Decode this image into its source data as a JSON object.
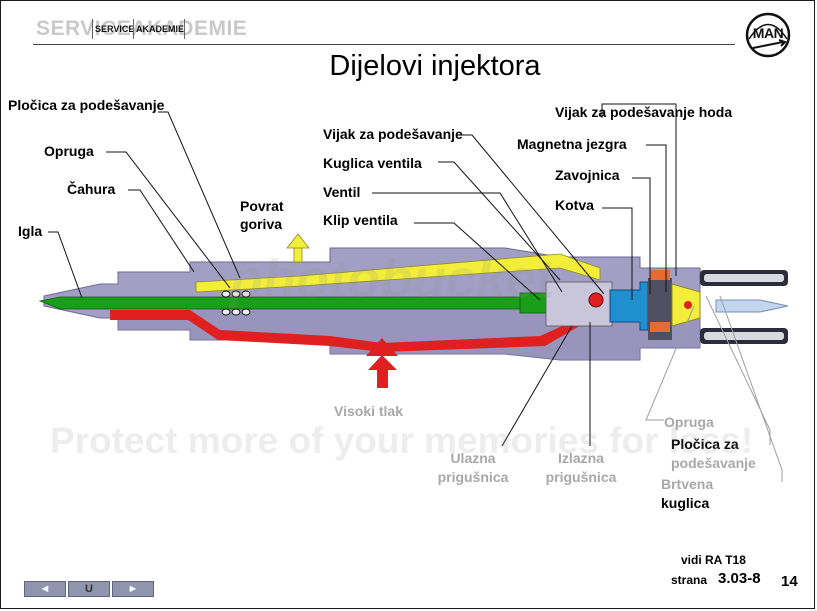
{
  "header": {
    "ghost_title": "SERVICEAKADEMIE",
    "service": "SERVICE",
    "akademie": "AKADEMIE",
    "logo_text": "MAN"
  },
  "page_title": "Dijelovi injektora",
  "labels": {
    "plocica_left": "Pločica za podešavanje",
    "opruga_left": "Opruga",
    "cahura": "Čahura",
    "igla": "Igla",
    "povrat_line1": "Povrat",
    "povrat_line2": "goriva",
    "vijak": "Vijak za podešavanje",
    "kuglica": "Kuglica ventila",
    "ventil": "Ventil",
    "klip": "Klip ventila",
    "vijak_hoda": "Vijak za podešavanje hoda",
    "jezgra": "Magnetna jezgra",
    "zavojnica": "Zavojnica",
    "kotva": "Kotva",
    "visoki_tlak": "Visoki tlak",
    "ulazna_line1": "Ulazna",
    "ulazna_line2": "prigušnica",
    "izlazna_line1": "Izlazna",
    "izlazna_line2": "prigušnica",
    "opruga_right": "Opruga",
    "plocica_right_line1": "Pločica za",
    "plocica_right_line2": "podešavanje",
    "brtvena_line1": "Brtvena",
    "brtvena_line2": "kuglica"
  },
  "watermark": {
    "brand": "photobucket",
    "text": "Protect more of your memories for less!"
  },
  "footer": {
    "ref": "vidi RA T18",
    "strana_label": "strana",
    "strana_value": "3.03-8",
    "page": "14"
  },
  "nav": {
    "prev": "◄",
    "home": "U",
    "next": "►"
  },
  "colors": {
    "body_grey": "#a39fc4",
    "green": "#1a9e1a",
    "red": "#e02020",
    "yellow": "#f2ee3a",
    "blue": "#1f8fd0",
    "nav": "#8f95ad"
  }
}
